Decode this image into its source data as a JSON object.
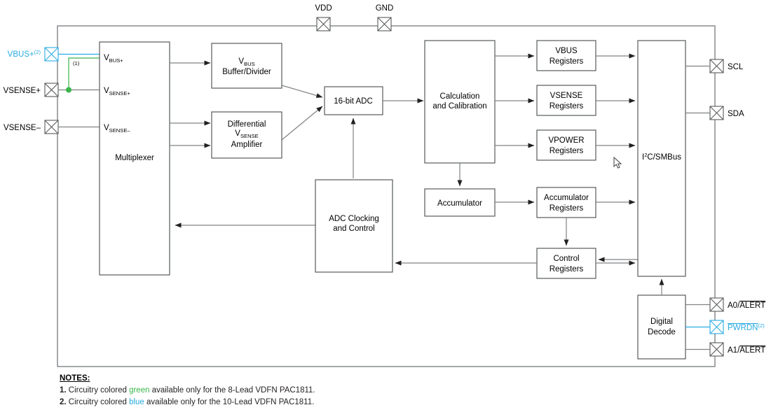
{
  "title": "PAC1811 Block Diagram",
  "colors": {
    "blue": "#29abe2",
    "green": "#39b54a",
    "line": "#808285",
    "box": "#58595b"
  },
  "pins": {
    "vbus_plus": {
      "label": "VBUS+",
      "sup": "(2)",
      "color": "blue"
    },
    "vsense_plus": {
      "label": "VSENSE+",
      "color": "black"
    },
    "vsense_minus": {
      "label": "VSENSE–",
      "color": "black"
    },
    "vdd": {
      "label": "VDD",
      "color": "black"
    },
    "gnd": {
      "label": "GND",
      "color": "black"
    },
    "scl": {
      "label": "SCL",
      "color": "black"
    },
    "sda": {
      "label": "SDA",
      "color": "black"
    },
    "a0_alert": {
      "label": "A0/",
      "overline": "ALERT",
      "color": "black"
    },
    "pwrdn": {
      "label": "PWRDN",
      "overline": "PWRDN",
      "sup": "(2)",
      "color": "blue"
    },
    "a1_alert": {
      "label": "A1/",
      "overline": "ALERT",
      "color": "black"
    }
  },
  "mux": {
    "name": "Multiplexer",
    "inputs": [
      {
        "base": "V",
        "sub": "BUS+"
      },
      {
        "base": "V",
        "sub": "SENSE+"
      },
      {
        "base": "V",
        "sub": "SENSE–"
      }
    ]
  },
  "blocks": {
    "vbus_buffer": {
      "line1_base": "V",
      "line1_sub": "BUS",
      "line2": "Buffer/Divider"
    },
    "diff_amp": {
      "line1": "Differential",
      "line2_base": "V",
      "line2_sub": "SENSE",
      "line3": "Amplifier"
    },
    "adc": {
      "label": "16-bit ADC"
    },
    "calc": {
      "line1": "Calculation",
      "line2": "and Calibration"
    },
    "adc_clock": {
      "line1": "ADC Clocking",
      "line2": "and Control"
    },
    "accumulator": {
      "label": "Accumulator"
    },
    "vbus_regs": {
      "line1": "VBUS",
      "line2": "Registers"
    },
    "vsense_regs": {
      "line1": "VSENSE",
      "line2": "Registers"
    },
    "vpower_regs": {
      "line1": "VPOWER",
      "line2": "Registers"
    },
    "accum_regs": {
      "line1": "Accumulator",
      "line2": "Registers"
    },
    "control_regs": {
      "line1": "Control",
      "line2": "Registers"
    },
    "i2c": {
      "base": "I",
      "sup": "2",
      "rest": "C/SMBus"
    },
    "digital_decode": {
      "line1": "Digital",
      "line2": "Decode"
    }
  },
  "annotations": {
    "note1_marker": "(1)"
  },
  "notes": {
    "heading": "NOTES:",
    "items": [
      {
        "num": "1.",
        "pre": "Circuitry colored ",
        "color_word": "green",
        "post": " available only for the 8-Lead VDFN PAC1811."
      },
      {
        "num": "2.",
        "pre": "Circuitry colored ",
        "color_word": "blue",
        "post": " available only for the 10-Lead VDFN PAC1811."
      }
    ]
  }
}
